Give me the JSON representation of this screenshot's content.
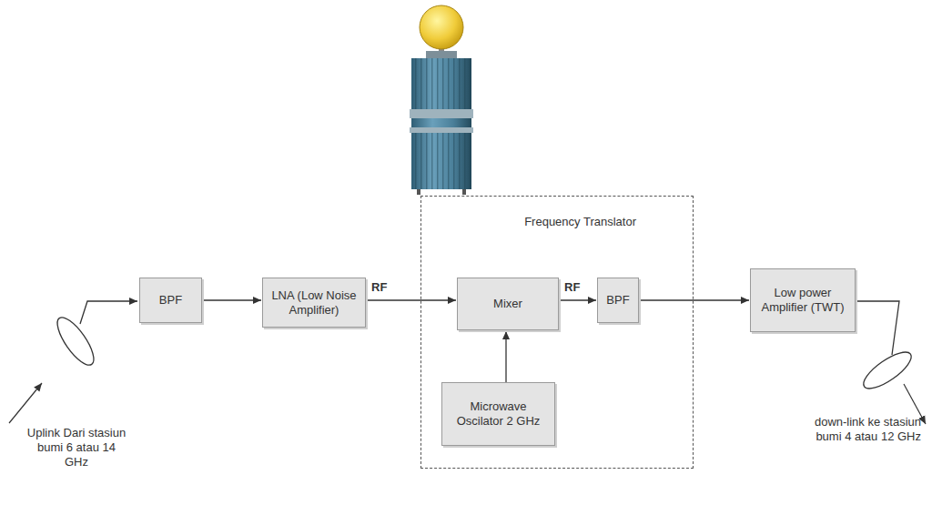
{
  "diagram": {
    "nodes": [
      {
        "text": [
          "BPF"
        ]
      },
      {
        "text": [
          "LNA (Low Noise Amplifier)"
        ]
      },
      {
        "text": [
          "Frequency Translator"
        ]
      },
      {
        "text": [
          "Mixer"
        ],
        "in": 2
      },
      {
        "text": [
          "BPF"
        ],
        "in": 2
      },
      {
        "text": [
          "Microwave Oscilator 2 GHz"
        ],
        "in": 2
      },
      {
        "text": [
          "Low power Amplifier (TWT)"
        ]
      }
    ],
    "edges": [
      {
        "from": 0,
        "to": 1,
        "arrow": "to"
      },
      {
        "from": 1,
        "to": 3,
        "label": "RF",
        "arrow": "to"
      },
      {
        "from": 3,
        "to": 4,
        "label": "RF",
        "arrow": "to"
      },
      {
        "from": 5,
        "to": 3,
        "arrow": "to"
      },
      {
        "from": 4,
        "to": 6,
        "arrow": "to"
      }
    ],
    "labels": [
      "Uplink Dari stasiun bumi 6 atau 14 GHz",
      "down-link ke stasiun bumi 4 atau 12 GHz"
    ]
  }
}
